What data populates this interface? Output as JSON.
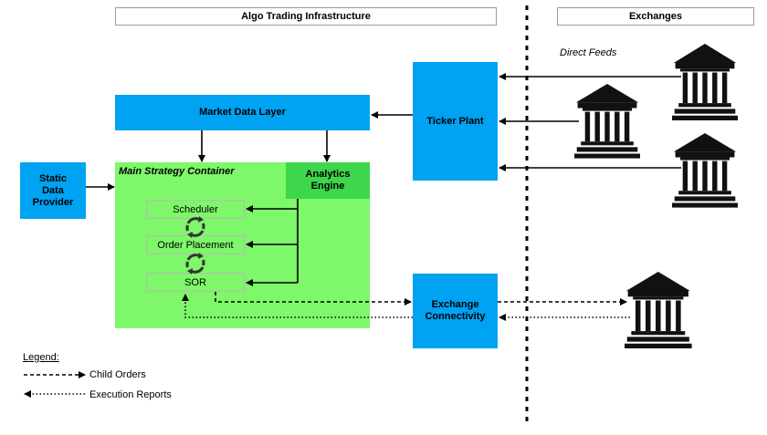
{
  "headers": {
    "infra": "Algo Trading Infrastructure",
    "exchanges": "Exchanges"
  },
  "boxes": {
    "market_data_layer": "Market Data Layer",
    "ticker_plant": "Ticker Plant",
    "static_data_provider": "Static Data Provider",
    "main_strategy_container": "Main Strategy Container",
    "analytics_engine": "Analytics Engine",
    "scheduler": "Scheduler",
    "order_placement": "Order Placement",
    "sor": "SOR",
    "exchange_connectivity": "Exchange Connectivity"
  },
  "labels": {
    "direct_feeds": "Direct Feeds"
  },
  "legend": {
    "title": "Legend:",
    "child_orders": "Child Orders",
    "execution_reports": "Execution Reports"
  },
  "icons": [
    "bank-building-icon",
    "cycle-arrows-icon"
  ],
  "colors": {
    "blue_box": "#00a2f2",
    "strategy_container": "#7ef76a",
    "analytics_engine": "#3ed64c"
  }
}
